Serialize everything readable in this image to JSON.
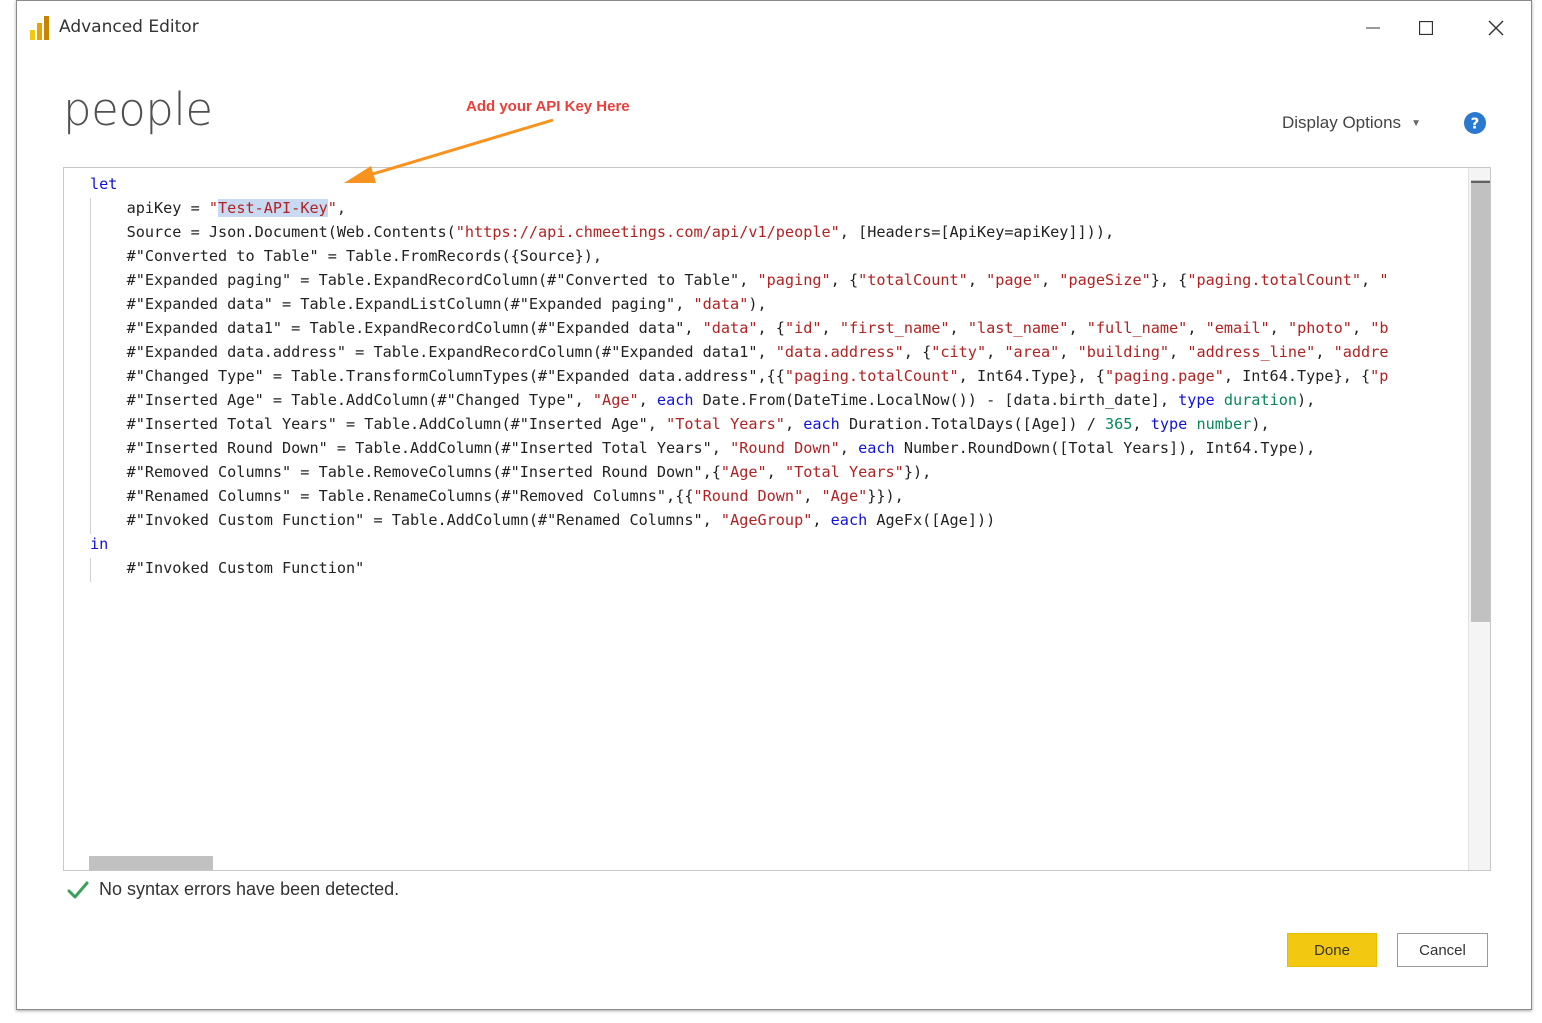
{
  "window": {
    "title": "Advanced Editor",
    "minimize_icon": "minimize-icon",
    "maximize_icon": "maximize-icon",
    "close_icon": "close-icon"
  },
  "heading": "people",
  "annotation": {
    "text": "Add your API Key Here",
    "color": "#e8413c",
    "arrow_color": "#f7931e"
  },
  "toolbar": {
    "display_options_label": "Display Options",
    "help_icon": "help-icon"
  },
  "editor": {
    "lines": [
      [
        {
          "t": "let",
          "c": "kw"
        }
      ],
      [
        {
          "t": "    apiKey = "
        },
        {
          "t": "\"",
          "c": "str"
        },
        {
          "t": "Test-API-Key",
          "c": "str hl"
        },
        {
          "t": "\"",
          "c": "str"
        },
        {
          "t": ","
        }
      ],
      [
        {
          "t": "    Source = Json.Document(Web.Contents("
        },
        {
          "t": "\"https://api.chmeetings.com/api/v1/people\"",
          "c": "str"
        },
        {
          "t": ", [Headers=[ApiKey=apiKey]])),"
        }
      ],
      [
        {
          "t": "    #\"Converted to Table\" = Table.FromRecords({Source}),"
        }
      ],
      [
        {
          "t": "    #\"Expanded paging\" = Table.ExpandRecordColumn(#\"Converted to Table\", "
        },
        {
          "t": "\"paging\"",
          "c": "str"
        },
        {
          "t": ", {"
        },
        {
          "t": "\"totalCount\"",
          "c": "str"
        },
        {
          "t": ", "
        },
        {
          "t": "\"page\"",
          "c": "str"
        },
        {
          "t": ", "
        },
        {
          "t": "\"pageSize\"",
          "c": "str"
        },
        {
          "t": "}, {"
        },
        {
          "t": "\"paging.totalCount\"",
          "c": "str"
        },
        {
          "t": ", "
        },
        {
          "t": "\"",
          "c": "str"
        }
      ],
      [
        {
          "t": "    #\"Expanded data\" = Table.ExpandListColumn(#\"Expanded paging\", "
        },
        {
          "t": "\"data\"",
          "c": "str"
        },
        {
          "t": "),"
        }
      ],
      [
        {
          "t": "    #\"Expanded data1\" = Table.ExpandRecordColumn(#\"Expanded data\", "
        },
        {
          "t": "\"data\"",
          "c": "str"
        },
        {
          "t": ", {"
        },
        {
          "t": "\"id\"",
          "c": "str"
        },
        {
          "t": ", "
        },
        {
          "t": "\"first_name\"",
          "c": "str"
        },
        {
          "t": ", "
        },
        {
          "t": "\"last_name\"",
          "c": "str"
        },
        {
          "t": ", "
        },
        {
          "t": "\"full_name\"",
          "c": "str"
        },
        {
          "t": ", "
        },
        {
          "t": "\"email\"",
          "c": "str"
        },
        {
          "t": ", "
        },
        {
          "t": "\"photo\"",
          "c": "str"
        },
        {
          "t": ", "
        },
        {
          "t": "\"b",
          "c": "str"
        }
      ],
      [
        {
          "t": "    #\"Expanded data.address\" = Table.ExpandRecordColumn(#\"Expanded data1\", "
        },
        {
          "t": "\"data.address\"",
          "c": "str"
        },
        {
          "t": ", {"
        },
        {
          "t": "\"city\"",
          "c": "str"
        },
        {
          "t": ", "
        },
        {
          "t": "\"area\"",
          "c": "str"
        },
        {
          "t": ", "
        },
        {
          "t": "\"building\"",
          "c": "str"
        },
        {
          "t": ", "
        },
        {
          "t": "\"address_line\"",
          "c": "str"
        },
        {
          "t": ", "
        },
        {
          "t": "\"addre",
          "c": "str"
        }
      ],
      [
        {
          "t": "    #\"Changed Type\" = Table.TransformColumnTypes(#\"Expanded data.address\",{{"
        },
        {
          "t": "\"paging.totalCount\"",
          "c": "str"
        },
        {
          "t": ", Int64.Type}, {"
        },
        {
          "t": "\"paging.page\"",
          "c": "str"
        },
        {
          "t": ", Int64.Type}, {"
        },
        {
          "t": "\"p",
          "c": "str"
        }
      ],
      [
        {
          "t": "    #\"Inserted Age\" = Table.AddColumn(#\"Changed Type\", "
        },
        {
          "t": "\"Age\"",
          "c": "str"
        },
        {
          "t": ", "
        },
        {
          "t": "each",
          "c": "kw"
        },
        {
          "t": " Date.From(DateTime.LocalNow()) - [data.birth_date], "
        },
        {
          "t": "type",
          "c": "kw"
        },
        {
          "t": " "
        },
        {
          "t": "duration",
          "c": "num"
        },
        {
          "t": "),"
        }
      ],
      [
        {
          "t": "    #\"Inserted Total Years\" = Table.AddColumn(#\"Inserted Age\", "
        },
        {
          "t": "\"Total Years\"",
          "c": "str"
        },
        {
          "t": ", "
        },
        {
          "t": "each",
          "c": "kw"
        },
        {
          "t": " Duration.TotalDays([Age]) / "
        },
        {
          "t": "365",
          "c": "num"
        },
        {
          "t": ", "
        },
        {
          "t": "type",
          "c": "kw"
        },
        {
          "t": " "
        },
        {
          "t": "number",
          "c": "num"
        },
        {
          "t": "),"
        }
      ],
      [
        {
          "t": "    #\"Inserted Round Down\" = Table.AddColumn(#\"Inserted Total Years\", "
        },
        {
          "t": "\"Round Down\"",
          "c": "str"
        },
        {
          "t": ", "
        },
        {
          "t": "each",
          "c": "kw"
        },
        {
          "t": " Number.RoundDown([Total Years]), Int64.Type),"
        }
      ],
      [
        {
          "t": "    #\"Removed Columns\" = Table.RemoveColumns(#\"Inserted Round Down\",{"
        },
        {
          "t": "\"Age\"",
          "c": "str"
        },
        {
          "t": ", "
        },
        {
          "t": "\"Total Years\"",
          "c": "str"
        },
        {
          "t": "}),"
        }
      ],
      [
        {
          "t": "    #\"Renamed Columns\" = Table.RenameColumns(#\"Removed Columns\",{{"
        },
        {
          "t": "\"Round Down\"",
          "c": "str"
        },
        {
          "t": ", "
        },
        {
          "t": "\"Age\"",
          "c": "str"
        },
        {
          "t": "}}),"
        }
      ],
      [
        {
          "t": "    #\"Invoked Custom Function\" = Table.AddColumn(#\"Renamed Columns\", "
        },
        {
          "t": "\"AgeGroup\"",
          "c": "str"
        },
        {
          "t": ", "
        },
        {
          "t": "each",
          "c": "kw"
        },
        {
          "t": " AgeFx([Age]))"
        }
      ],
      [
        {
          "t": "in",
          "c": "kw"
        }
      ],
      [
        {
          "t": "    #\"Invoked Custom Function\""
        }
      ]
    ]
  },
  "status": {
    "icon": "checkmark-icon",
    "text": "No syntax errors have been detected.",
    "color": "#3aa05a"
  },
  "buttons": {
    "done_label": "Done",
    "cancel_label": "Cancel",
    "done_color": "#f2c811"
  }
}
